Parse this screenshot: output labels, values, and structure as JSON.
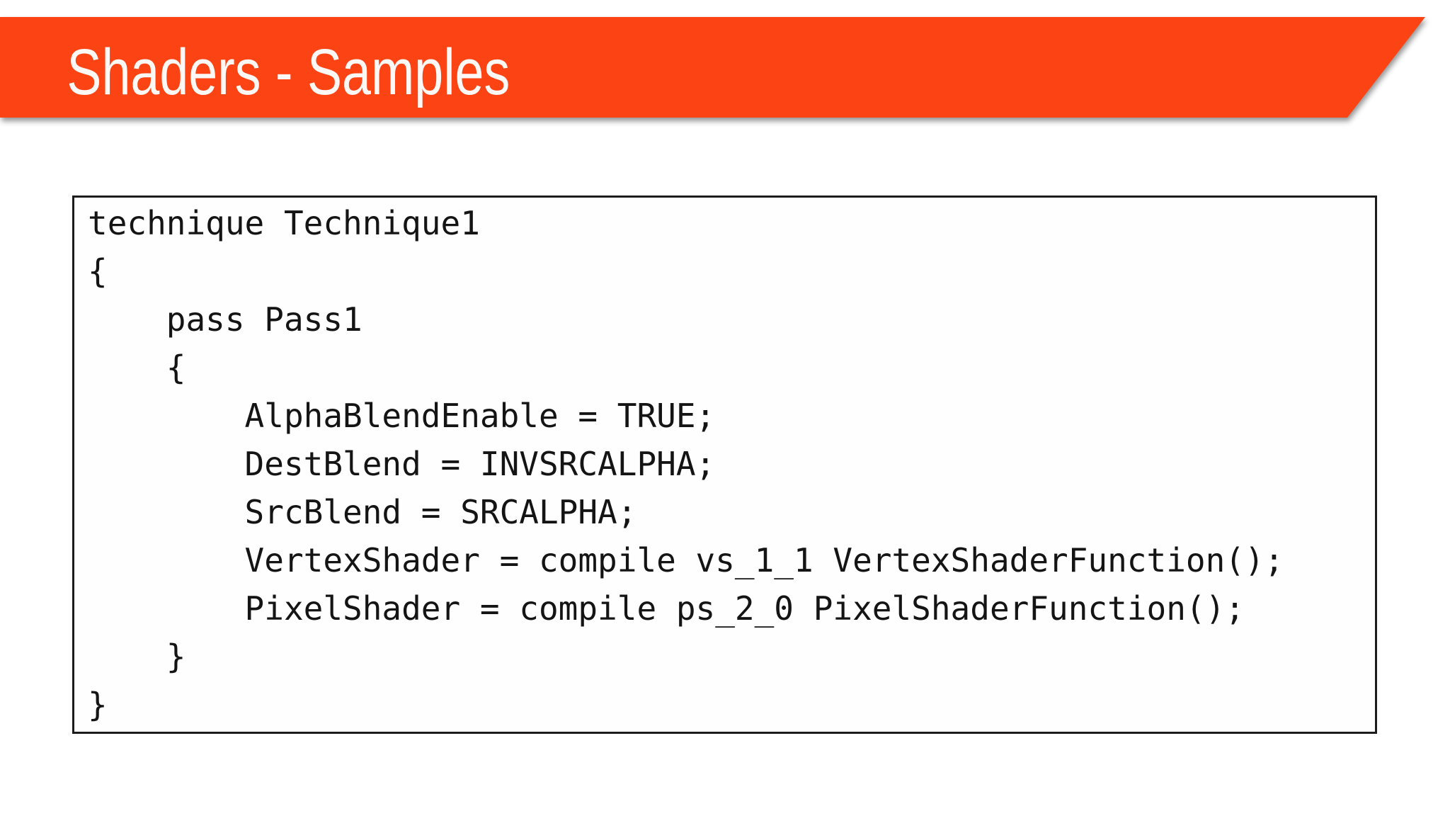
{
  "slide": {
    "title": "Shaders - Samples",
    "accent_color": "#fb4314",
    "title_color": "#fcf8f6"
  },
  "code_block": {
    "language": "hlsl-effect",
    "lines": [
      "technique Technique1",
      "{",
      "    pass Pass1",
      "    {",
      "        AlphaBlendEnable = TRUE;",
      "        DestBlend = INVSRCALPHA;",
      "        SrcBlend = SRCALPHA;",
      "        VertexShader = compile vs_1_1 VertexShaderFunction();",
      "        PixelShader = compile ps_2_0 PixelShaderFunction();",
      "    }",
      "}"
    ]
  }
}
